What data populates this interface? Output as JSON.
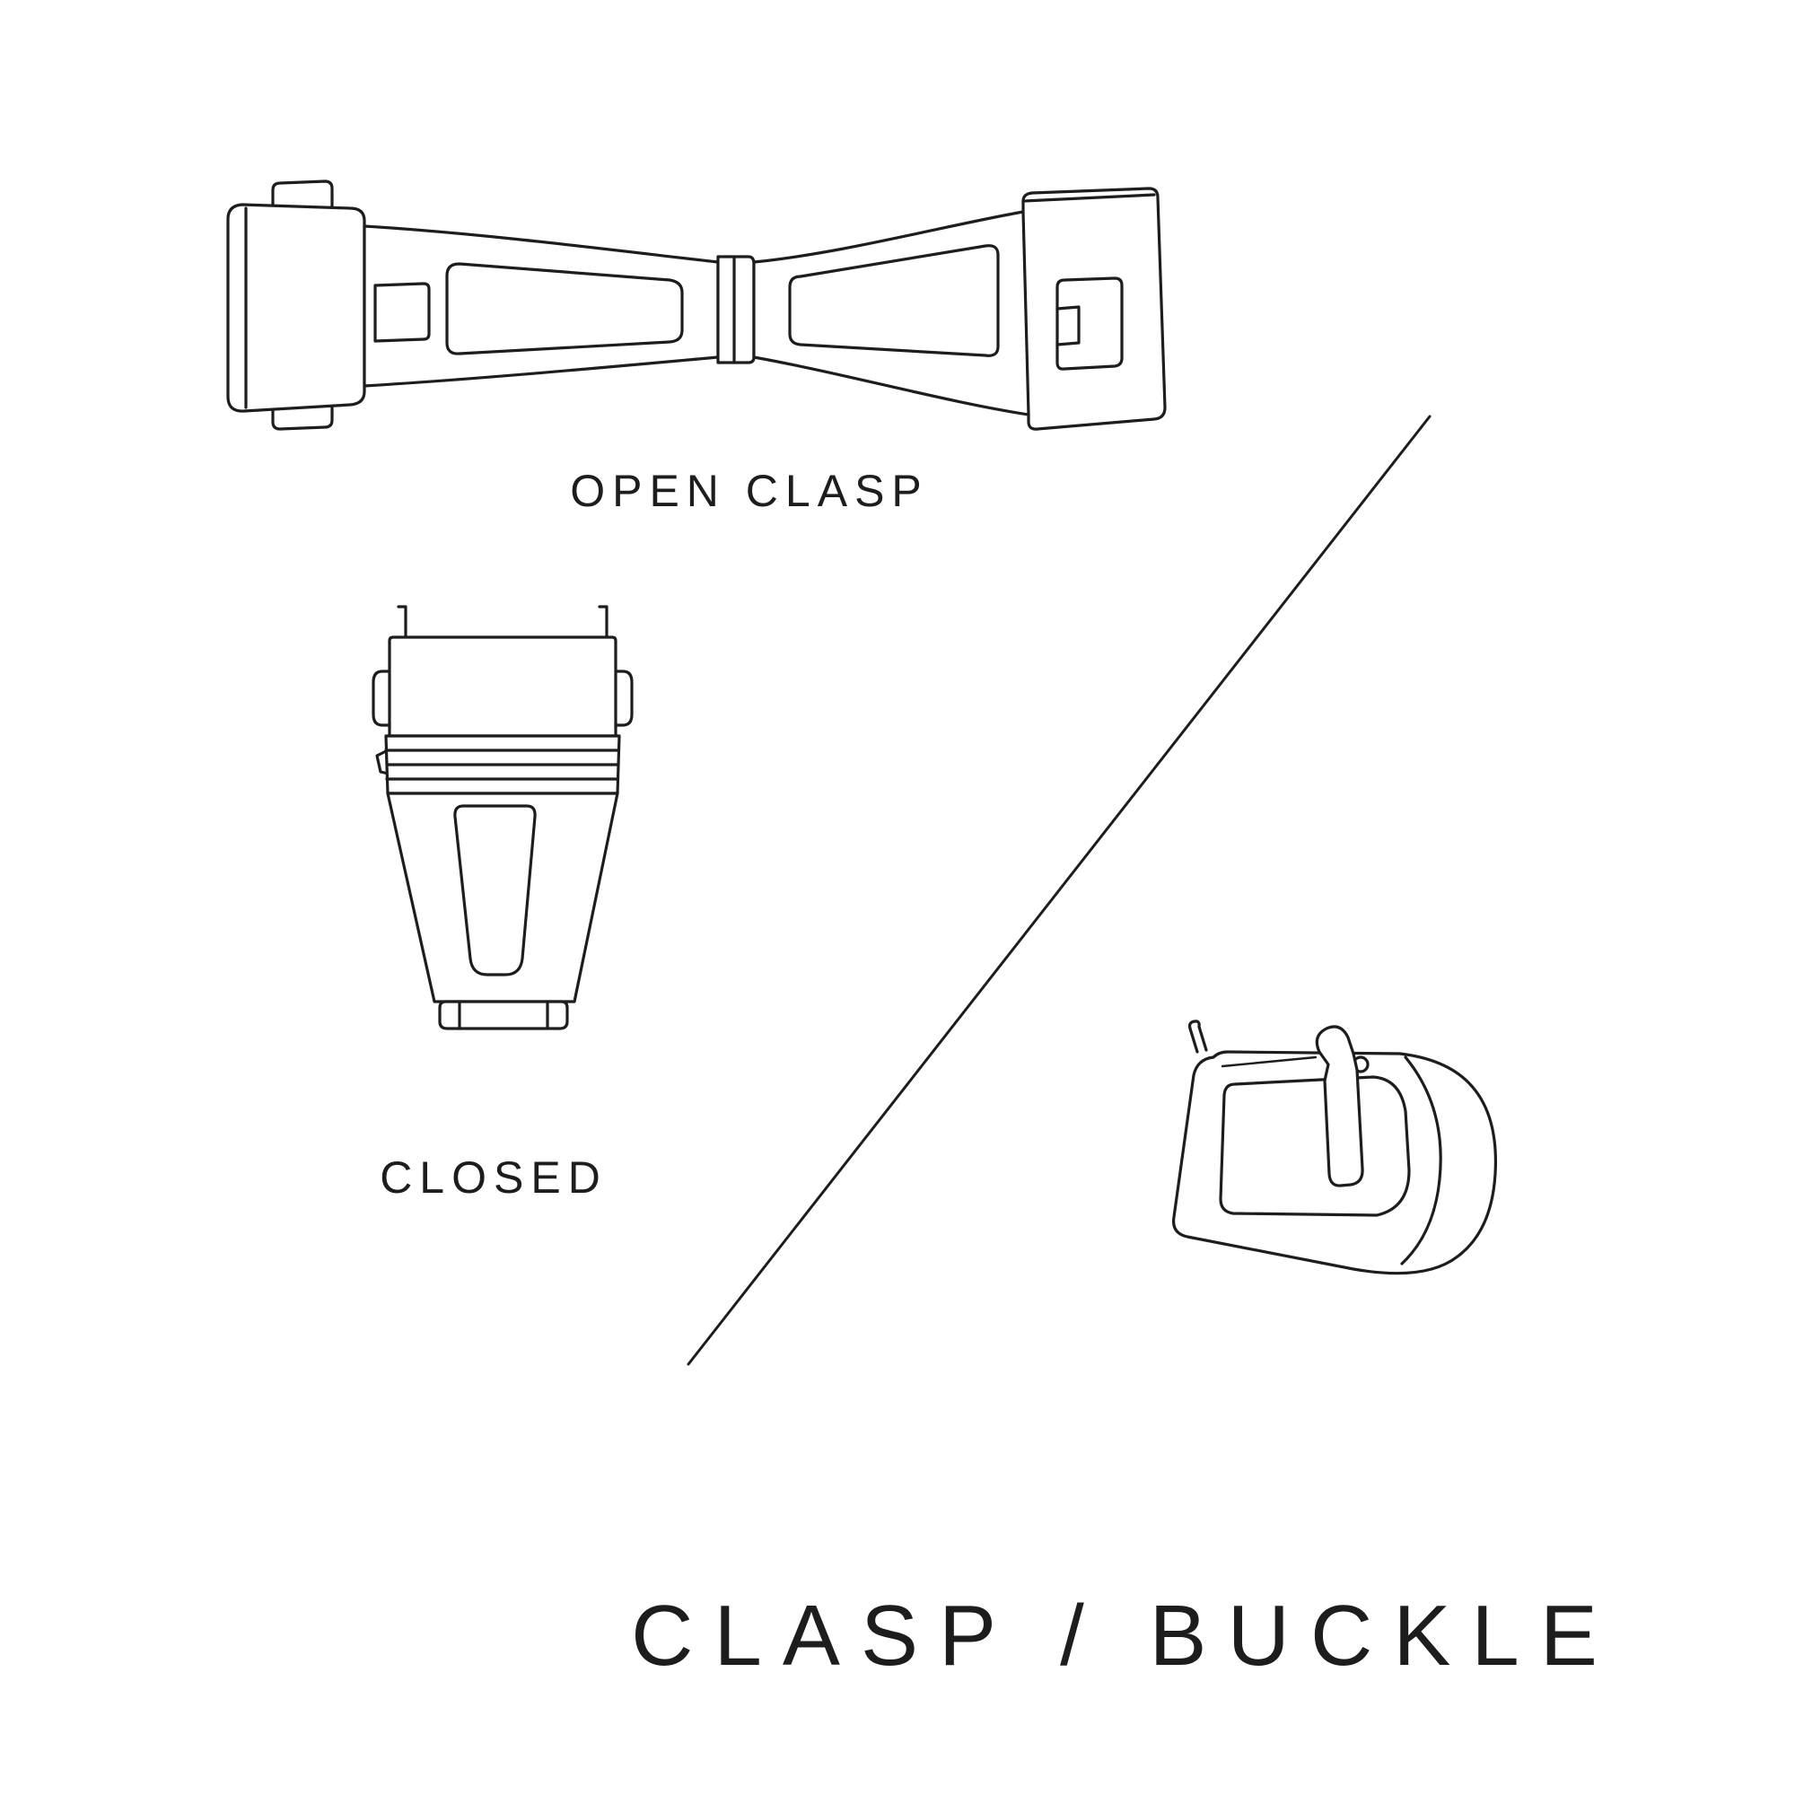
{
  "canvas": {
    "background": "#ffffff",
    "ink": "#1d1d1d"
  },
  "title": {
    "text": "CLASP / BUCKLE"
  },
  "figures": [
    {
      "id": "open-clasp",
      "label": "OPEN CLASP"
    },
    {
      "id": "closed-clasp",
      "label": "CLOSED"
    },
    {
      "id": "pin-buckle",
      "label": ""
    }
  ]
}
